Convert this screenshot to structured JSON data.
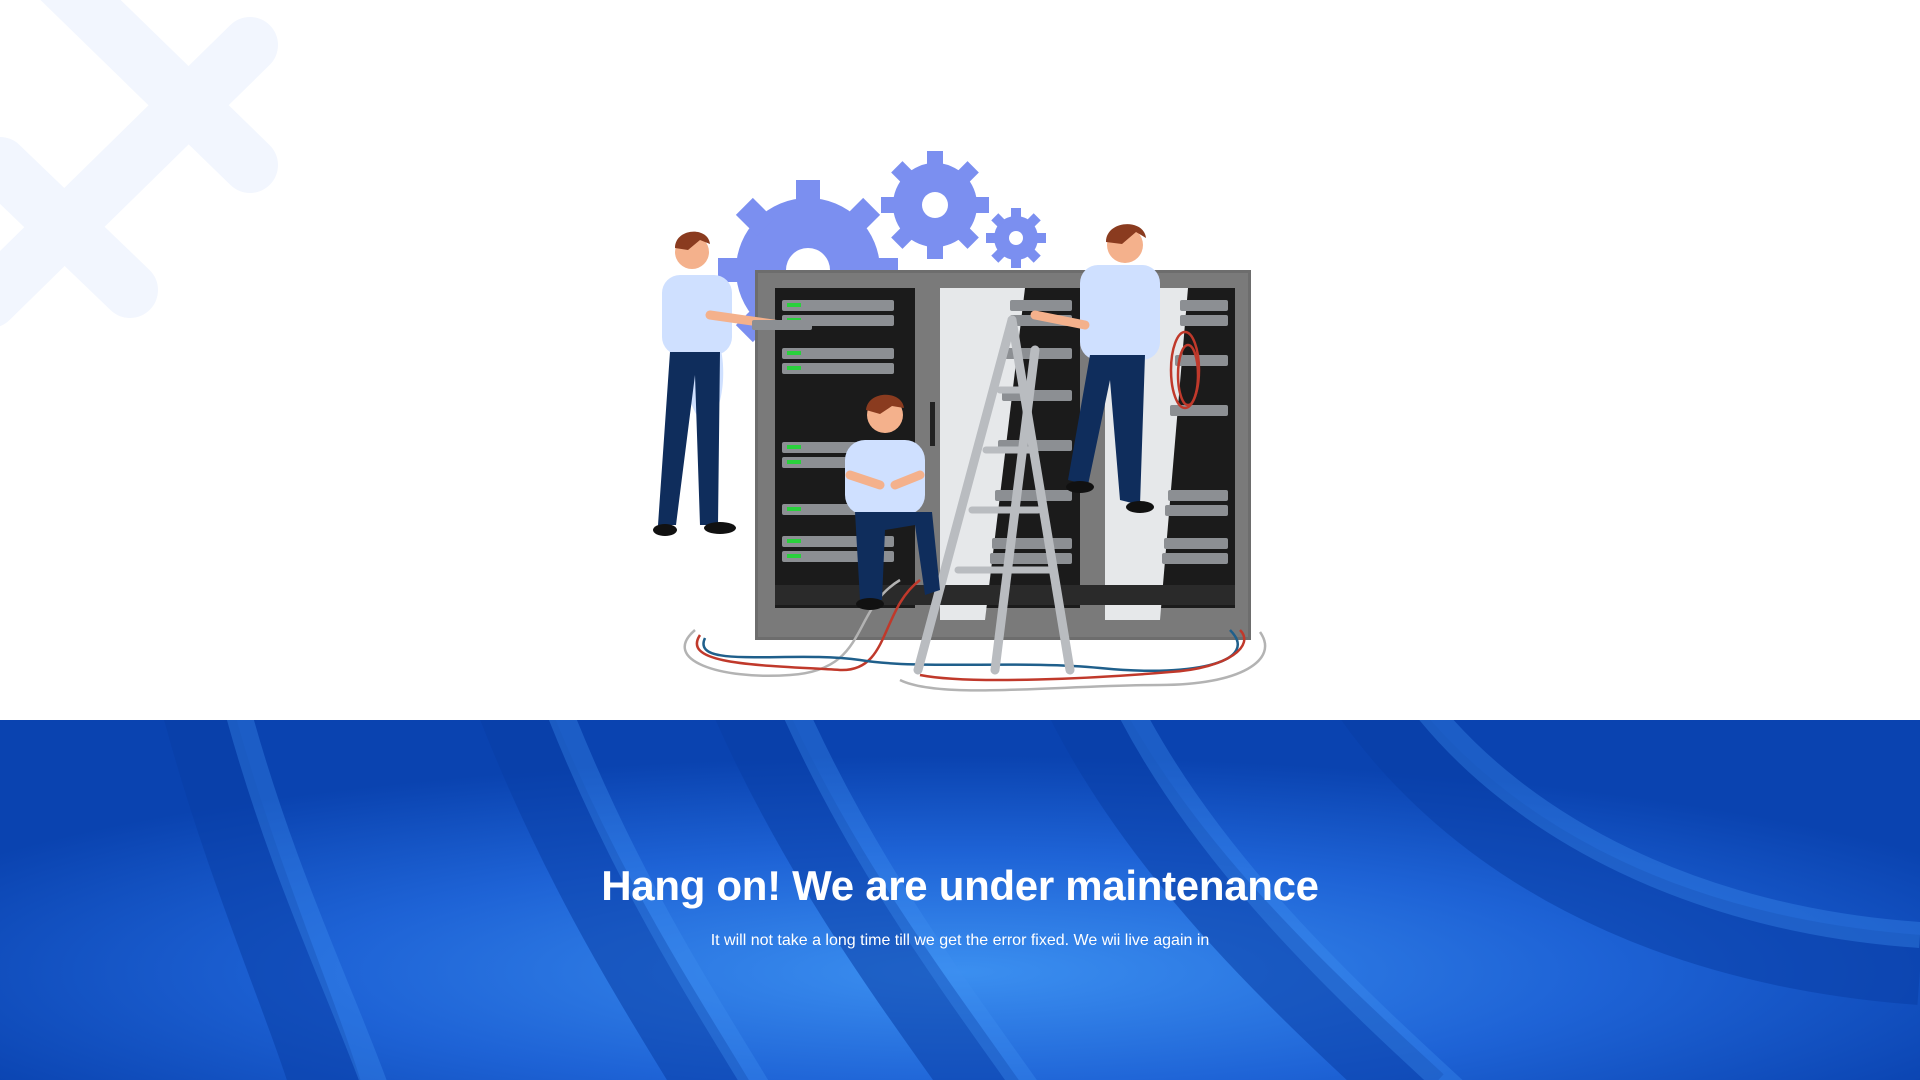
{
  "page": {
    "background": "#ffffff",
    "hero_color": "#0d47b8",
    "gear_color": "#7b8ff0"
  },
  "illustration": {
    "icon": "server-maintenance-illustration",
    "items": [
      "gear-icon",
      "server-rack",
      "technician",
      "ladder",
      "cables"
    ]
  },
  "hero": {
    "title": "Hang on! We are under maintenance",
    "subtitle": "It will not take a long time till we get the error fixed. We wii live again in"
  }
}
